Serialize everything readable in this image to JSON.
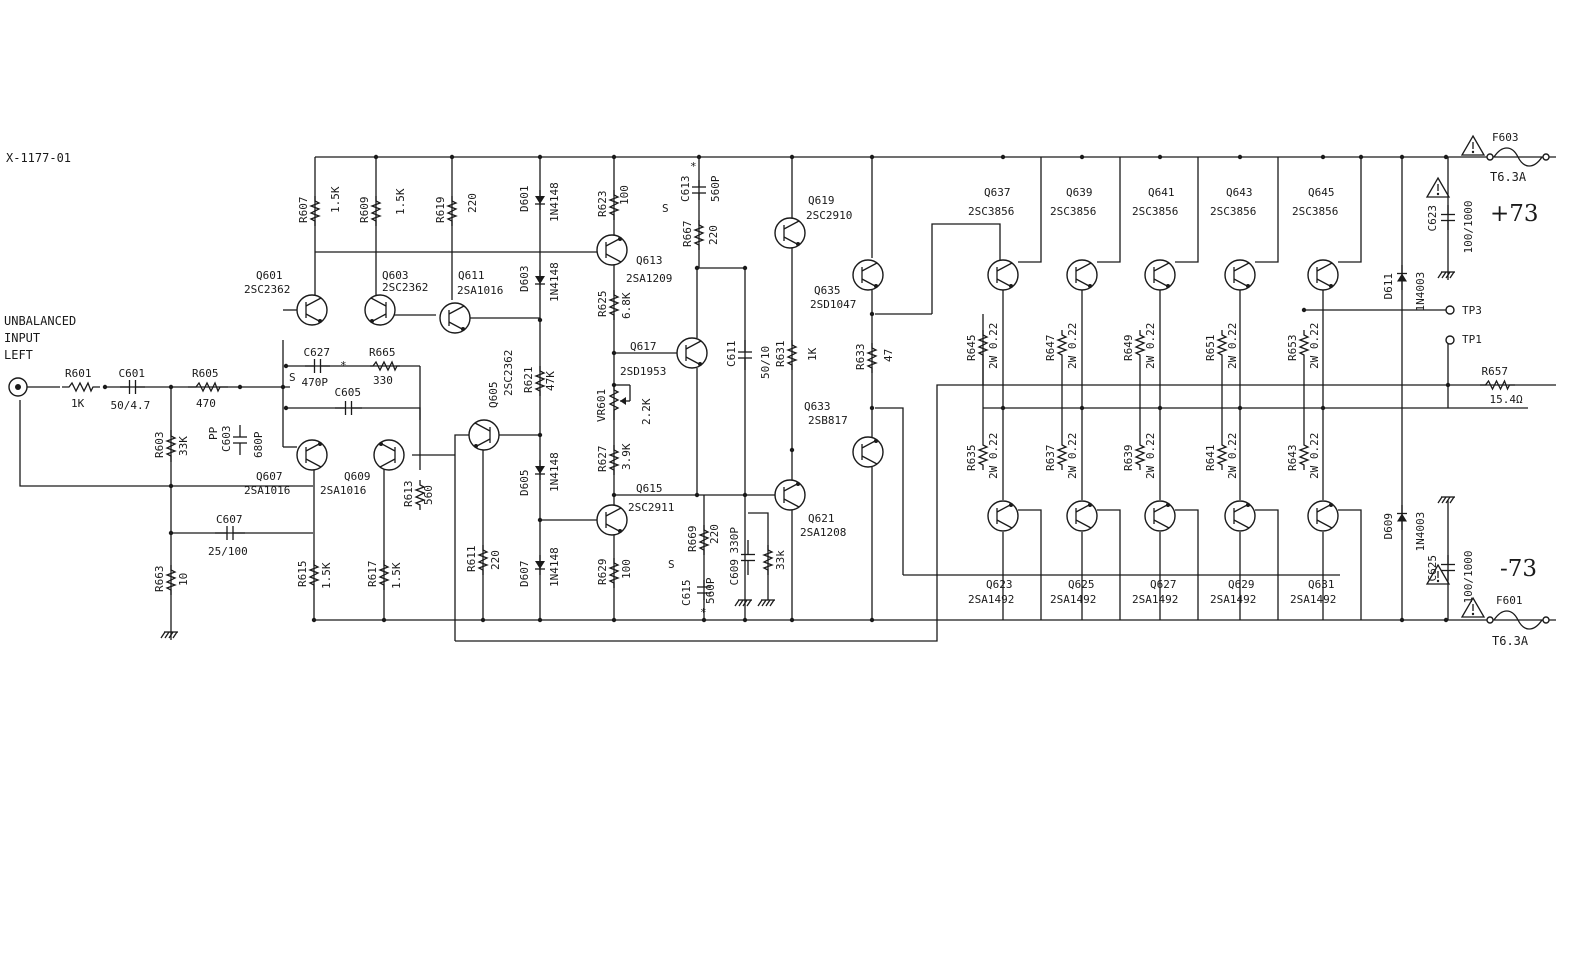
{
  "header": "X-1177-01",
  "input_label": [
    "UNBALANCED",
    "INPUT",
    "LEFT"
  ],
  "rails": {
    "positive": "+73",
    "negative": "-73"
  },
  "fuses": [
    {
      "ref": "F603",
      "value": "T6.3A"
    },
    {
      "ref": "F601",
      "value": "T6.3A"
    }
  ],
  "test_points": [
    "TP3",
    "TP1"
  ],
  "markers": {
    "select": "S",
    "star": "*",
    "pp": "PP"
  },
  "resistors": [
    {
      "ref": "R601",
      "value": "1K"
    },
    {
      "ref": "R605",
      "value": "470"
    },
    {
      "ref": "R603",
      "value": "33K"
    },
    {
      "ref": "R663",
      "value": "10"
    },
    {
      "ref": "R607",
      "value": "1.5K"
    },
    {
      "ref": "R609",
      "value": "1.5K"
    },
    {
      "ref": "R619",
      "value": "220"
    },
    {
      "ref": "R665",
      "value": "330"
    },
    {
      "ref": "R613",
      "value": "560"
    },
    {
      "ref": "R615",
      "value": "1.5K"
    },
    {
      "ref": "R617",
      "value": "1.5K"
    },
    {
      "ref": "R611",
      "value": "220"
    },
    {
      "ref": "R621",
      "value": "47K"
    },
    {
      "ref": "R623",
      "value": "100"
    },
    {
      "ref": "R625",
      "value": "6.8K"
    },
    {
      "ref": "R627",
      "value": "3.9K"
    },
    {
      "ref": "R629",
      "value": "100"
    },
    {
      "ref": "R667",
      "value": "220"
    },
    {
      "ref": "R669",
      "value": "220"
    },
    {
      "ref": "R631",
      "value": "1K"
    },
    {
      "ref": "R633",
      "value": "47"
    },
    {
      "ref": "R657",
      "value": "15.4Ω"
    },
    {
      "ref": "",
      "value": "33k"
    },
    {
      "ref": "R645",
      "value": "2W 0.22"
    },
    {
      "ref": "R647",
      "value": "2W 0.22"
    },
    {
      "ref": "R649",
      "value": "2W 0.22"
    },
    {
      "ref": "R651",
      "value": "2W 0.22"
    },
    {
      "ref": "R653",
      "value": "2W 0.22"
    },
    {
      "ref": "R635",
      "value": "2W 0.22"
    },
    {
      "ref": "R637",
      "value": "2W 0.22"
    },
    {
      "ref": "R639",
      "value": "2W 0.22"
    },
    {
      "ref": "R641",
      "value": "2W 0.22"
    },
    {
      "ref": "R643",
      "value": "2W 0.22"
    }
  ],
  "capacitors": [
    {
      "ref": "C601",
      "value": "50/4.7"
    },
    {
      "ref": "C603",
      "value": "680P"
    },
    {
      "ref": "C607",
      "value": "25/100"
    },
    {
      "ref": "C627",
      "value": "470P"
    },
    {
      "ref": "C605",
      "value": ""
    },
    {
      "ref": "C613",
      "value": "560P"
    },
    {
      "ref": "C611",
      "value": "50/10"
    },
    {
      "ref": "C615",
      "value": "560P"
    },
    {
      "ref": "C609",
      "value": "330P"
    },
    {
      "ref": "C623",
      "value": "100/1000"
    },
    {
      "ref": "C625",
      "value": "100/1000"
    }
  ],
  "diodes": [
    {
      "ref": "D601",
      "value": "1N4148"
    },
    {
      "ref": "D603",
      "value": "1N4148"
    },
    {
      "ref": "D605",
      "value": "1N4148"
    },
    {
      "ref": "D607",
      "value": "1N4148"
    },
    {
      "ref": "D611",
      "value": "1N4003"
    },
    {
      "ref": "D609",
      "value": "1N4003"
    }
  ],
  "trimmer": {
    "ref": "VR601",
    "value": "2.2K"
  },
  "transistors": [
    {
      "ref": "Q601",
      "value": "2SC2362"
    },
    {
      "ref": "Q603",
      "value": "2SC2362"
    },
    {
      "ref": "Q611",
      "value": "2SA1016"
    },
    {
      "ref": "Q607",
      "value": "2SA1016"
    },
    {
      "ref": "Q609",
      "value": "2SA1016"
    },
    {
      "ref": "Q605",
      "value": "2SC2362"
    },
    {
      "ref": "Q613",
      "value": "2SA1209"
    },
    {
      "ref": "Q617",
      "value": "2SD1953"
    },
    {
      "ref": "Q615",
      "value": "2SC2911"
    },
    {
      "ref": "Q619",
      "value": "2SC2910"
    },
    {
      "ref": "Q621",
      "value": "2SA1208"
    },
    {
      "ref": "Q635",
      "value": "2SD1047"
    },
    {
      "ref": "Q633",
      "value": "2SB817"
    },
    {
      "ref": "Q637",
      "value": "2SC3856"
    },
    {
      "ref": "Q639",
      "value": "2SC3856"
    },
    {
      "ref": "Q641",
      "value": "2SC3856"
    },
    {
      "ref": "Q643",
      "value": "2SC3856"
    },
    {
      "ref": "Q645",
      "value": "2SC3856"
    },
    {
      "ref": "Q623",
      "value": "2SA1492"
    },
    {
      "ref": "Q625",
      "value": "2SA1492"
    },
    {
      "ref": "Q627",
      "value": "2SA1492"
    },
    {
      "ref": "Q629",
      "value": "2SA1492"
    },
    {
      "ref": "Q631",
      "value": "2SA1492"
    }
  ]
}
